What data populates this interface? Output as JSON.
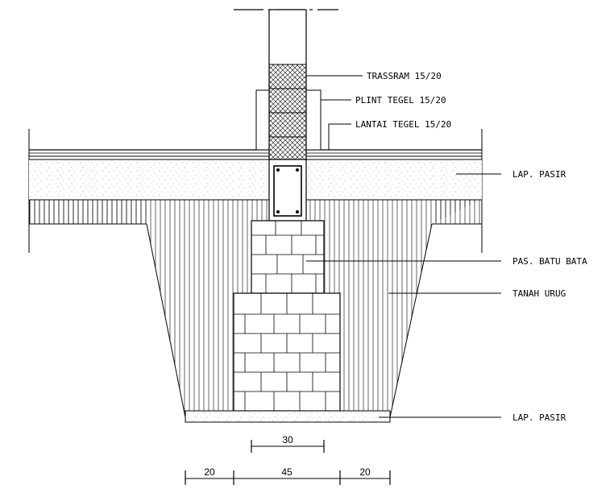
{
  "labels": {
    "trassram": "TRASSRAM 15/20",
    "plint_tegel": "PLINT TEGEL 15/20",
    "lantai_tegel": "LANTAI TEGEL 15/20",
    "lap_pasir_top": "LAP. PASIR",
    "pas_batu_bata": "PAS. BATU BATA",
    "tanah_urug": "TANAH URUG",
    "lap_pasir_bottom": "LAP. PASIR"
  },
  "dimensions": {
    "upper_width": "30",
    "left_offset": "20",
    "base_width": "45",
    "right_offset": "20"
  }
}
